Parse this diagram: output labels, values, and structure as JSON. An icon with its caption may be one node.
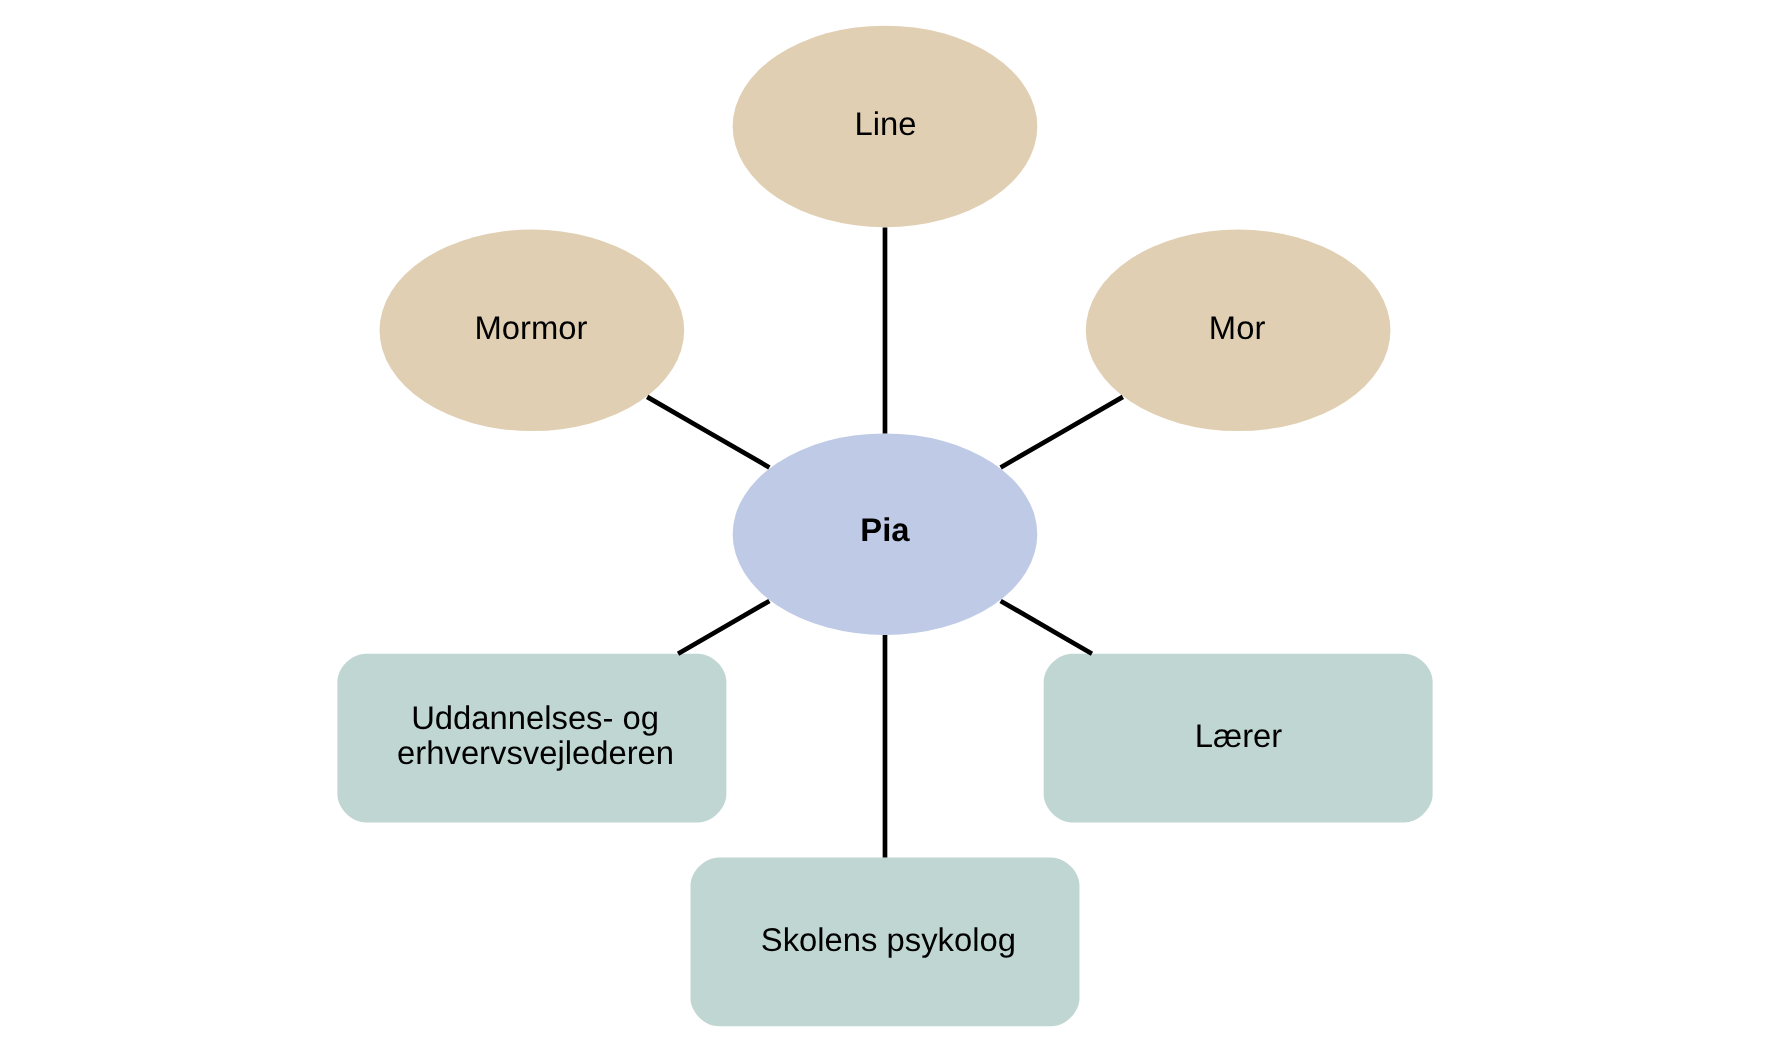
{
  "diagram": {
    "nodes": [
      {
        "text": [
          "Pia"
        ]
      },
      {
        "text": [
          "Mor"
        ]
      },
      {
        "text": [
          "Line"
        ]
      },
      {
        "text": [
          "Mormor"
        ]
      },
      {
        "text": [
          "Uddannelses- og erhvervsvejlederen"
        ]
      },
      {
        "text": [
          "Skolens psykolog"
        ]
      },
      {
        "text": [
          "Lærer"
        ]
      }
    ],
    "edges": [
      {
        "from": 0,
        "to": 1,
        "arrow": "none"
      },
      {
        "from": 0,
        "to": 2,
        "arrow": "none"
      },
      {
        "from": 0,
        "to": 3,
        "arrow": "none"
      },
      {
        "from": 0,
        "to": 4,
        "arrow": "none"
      },
      {
        "from": 0,
        "to": 5,
        "arrow": "none"
      },
      {
        "from": 0,
        "to": 6,
        "arrow": "none"
      }
    ]
  }
}
